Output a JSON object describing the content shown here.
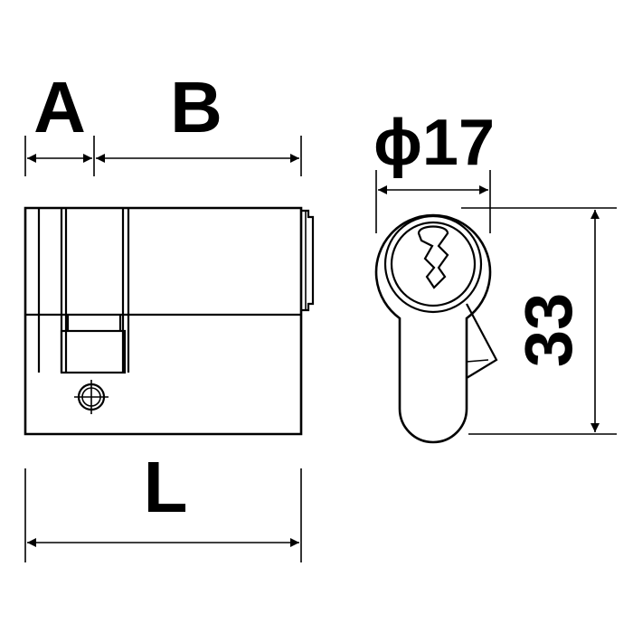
{
  "diagram": {
    "labels": {
      "a": "A",
      "b": "B",
      "l": "L",
      "diameter": "ϕ17",
      "height": "33"
    },
    "colors": {
      "line": "#000000",
      "background": "#ffffff"
    }
  }
}
